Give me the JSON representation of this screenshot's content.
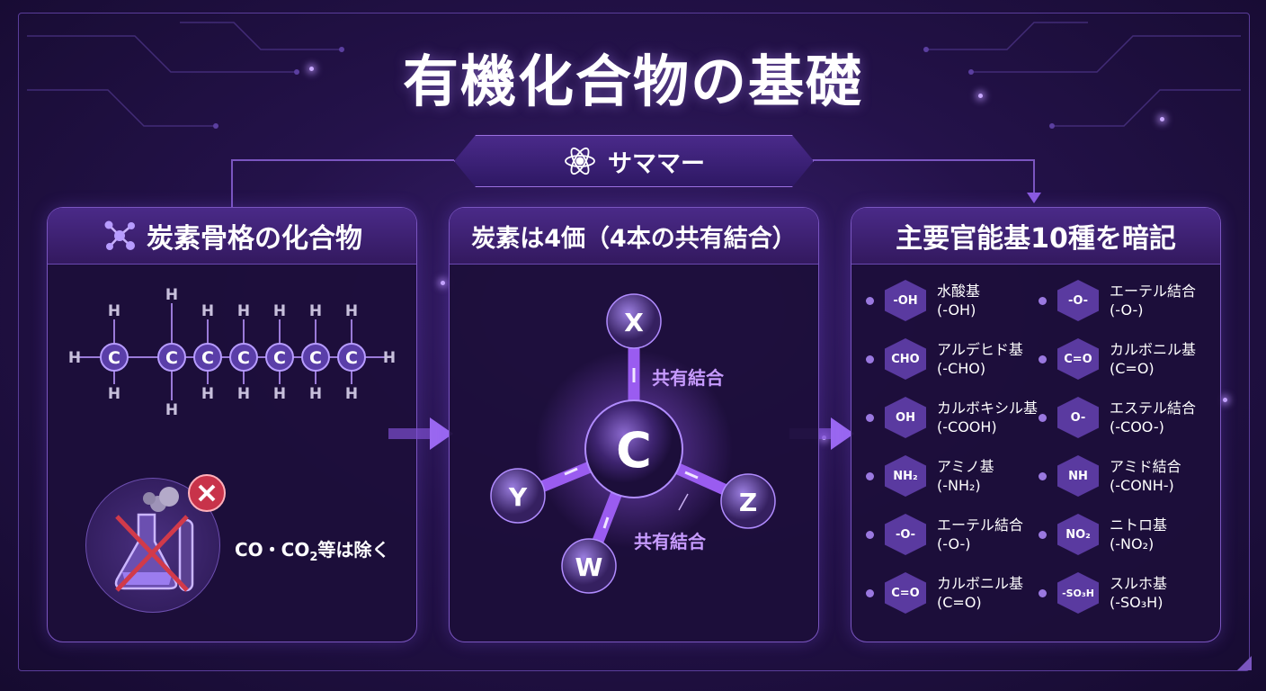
{
  "title": "有機化合物の基礎",
  "summary": {
    "label": "サママー",
    "icon": "atom-icon"
  },
  "panels": {
    "left": {
      "title": "炭素骨格の化合物",
      "icon": "molecule-icon",
      "exclude_text": "CO・CO",
      "exclude_sub": "2",
      "exclude_suffix": "等は除く",
      "carbon": "C",
      "hydrogen": "H"
    },
    "center": {
      "title": "炭素は4価（4本の共有結合）",
      "center_atom": "C",
      "atoms": [
        "X",
        "Y",
        "Z",
        "W"
      ],
      "bond_labels": [
        "共有結合",
        "共有結合"
      ]
    },
    "right": {
      "title": "主要官能基10種を暗記",
      "groups": [
        {
          "name": "水酸基",
          "formula": "(-OH)",
          "symbol": "-OH"
        },
        {
          "name": "エーテル結合",
          "formula": "(-O-)",
          "symbol": "-O-"
        },
        {
          "name": "アルデヒド基",
          "formula": "(-CHO)",
          "symbol": "CHO"
        },
        {
          "name": "カルボニル基",
          "formula": "(C=O)",
          "symbol": "C=O"
        },
        {
          "name": "カルボキシル基",
          "formula": "(-COOH)",
          "symbol": "OH"
        },
        {
          "name": "エステル結合",
          "formula": "(-COO-)",
          "symbol": "O-"
        },
        {
          "name": "アミノ基",
          "formula": "(-NH₂)",
          "symbol": "NH₂"
        },
        {
          "name": "アミド結合",
          "formula": "(-CONH-)",
          "symbol": "NH"
        },
        {
          "name": "エーテル結合",
          "formula": "(-O-)",
          "symbol": "-O-"
        },
        {
          "name": "ニトロ基",
          "formula": "(-NO₂)",
          "symbol": "NO₂"
        },
        {
          "name": "カルボニル基",
          "formula": "(C=O)",
          "symbol": "C=O"
        },
        {
          "name": "スルホ基",
          "formula": "(-SO₃H)",
          "symbol": "-SO₃H"
        }
      ]
    }
  },
  "colors": {
    "accent": "#8a5ae0",
    "label": "#c79bff",
    "background": "#1e0f40"
  }
}
